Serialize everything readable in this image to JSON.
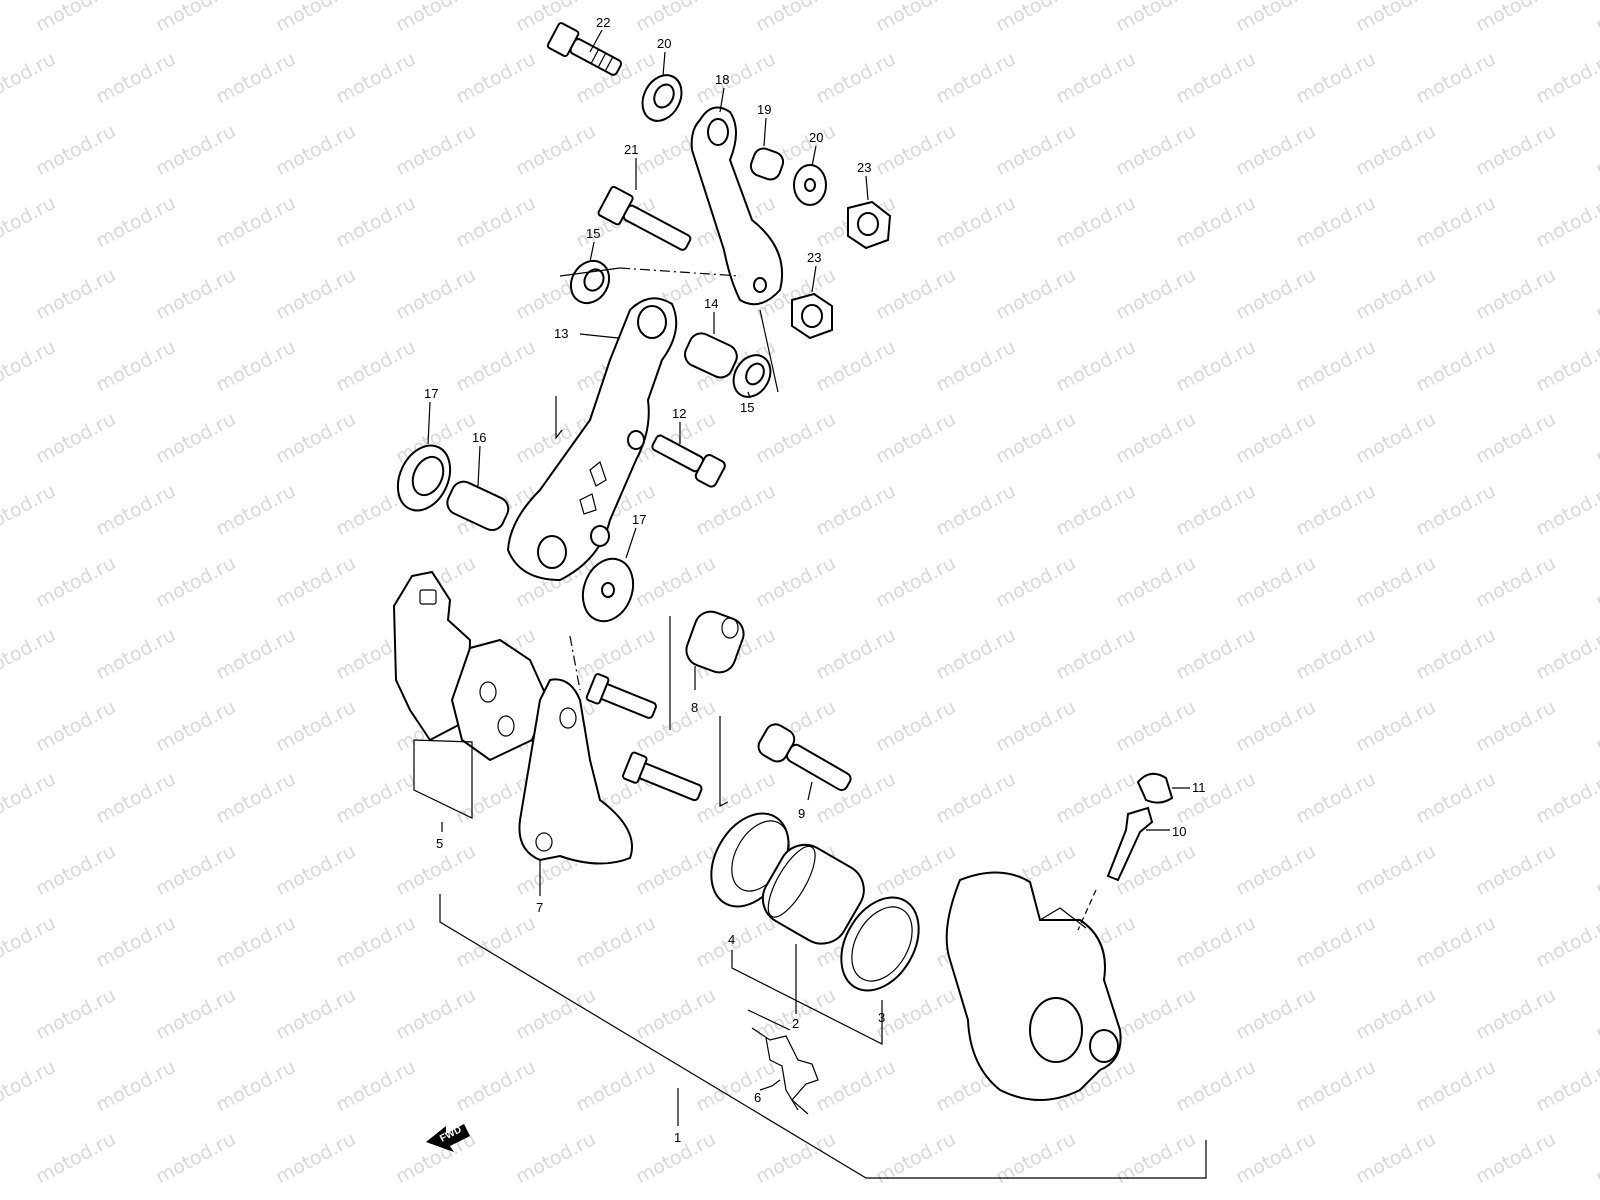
{
  "watermark": {
    "text": "motod.ru",
    "color": "#d8d8d8"
  },
  "fwd_badge": {
    "text": "FWD"
  },
  "callouts": [
    {
      "id": "callout-22",
      "label": "22"
    },
    {
      "id": "callout-20-top",
      "label": "20"
    },
    {
      "id": "callout-18",
      "label": "18"
    },
    {
      "id": "callout-19",
      "label": "19"
    },
    {
      "id": "callout-20-right",
      "label": "20"
    },
    {
      "id": "callout-21",
      "label": "21"
    },
    {
      "id": "callout-23-top",
      "label": "23"
    },
    {
      "id": "callout-15-top",
      "label": "15"
    },
    {
      "id": "callout-23-mid",
      "label": "23"
    },
    {
      "id": "callout-14",
      "label": "14"
    },
    {
      "id": "callout-13",
      "label": "13"
    },
    {
      "id": "callout-17-left",
      "label": "17"
    },
    {
      "id": "callout-16",
      "label": "16"
    },
    {
      "id": "callout-12",
      "label": "12"
    },
    {
      "id": "callout-15-bottom",
      "label": "15"
    },
    {
      "id": "callout-17-right",
      "label": "17"
    },
    {
      "id": "callout-8",
      "label": "8"
    },
    {
      "id": "callout-5",
      "label": "5"
    },
    {
      "id": "callout-7",
      "label": "7"
    },
    {
      "id": "callout-9",
      "label": "9"
    },
    {
      "id": "callout-11",
      "label": "11"
    },
    {
      "id": "callout-10",
      "label": "10"
    },
    {
      "id": "callout-4",
      "label": "4"
    },
    {
      "id": "callout-2",
      "label": "2"
    },
    {
      "id": "callout-3",
      "label": "3"
    },
    {
      "id": "callout-6",
      "label": "6"
    },
    {
      "id": "callout-1",
      "label": "1"
    }
  ]
}
